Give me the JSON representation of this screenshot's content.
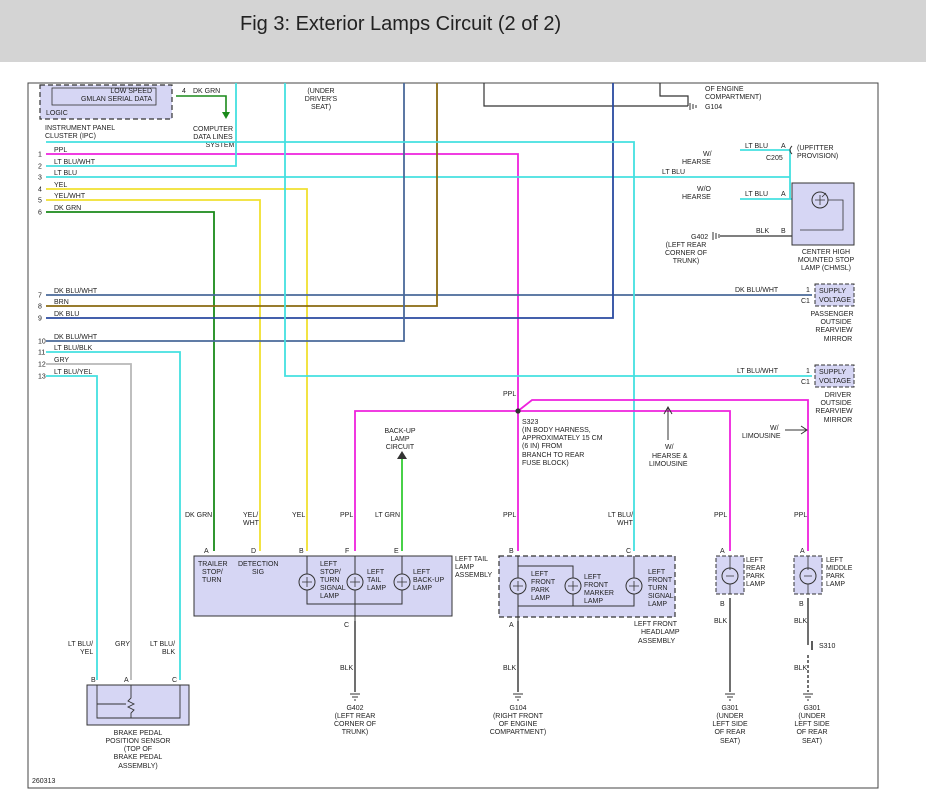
{
  "header": {
    "title": "Fig 3: Exterior Lamps Circuit (2 of 2)"
  },
  "colors": {
    "pink": "#ee22dd",
    "cyan": "#44e0e0",
    "green": "#1a8a1a",
    "yellow": "#f0e030",
    "brown": "#8a6a10",
    "navy": "#2a4aa0",
    "gray": "#b8b8b8",
    "bright_green": "#33cc33",
    "slate": "#4a6a9a",
    "component_fill": "#d6d6f4"
  },
  "diagram_id": "260313",
  "ipc": {
    "gmlan_line1": "LOW SPEED",
    "gmlan_line2": "GMLAN SERIAL DATA",
    "logic": "LOGIC",
    "label_line1": "INSTRUMENT PANEL",
    "label_line2": "CLUSTER (IPC)",
    "pin4": "4",
    "pin4_wire": "DK GRN"
  },
  "data_lines": {
    "line1": "COMPUTER",
    "line2": "DATA LINES",
    "line3": "SYSTEM"
  },
  "under_seat": {
    "line1": "(UNDER",
    "line2": "DRIVER'S",
    "line3": "SEAT)"
  },
  "g104_top": {
    "line1": "OF ENGINE",
    "line2": "COMPARTMENT)",
    "label": "G104"
  },
  "pins": [
    {
      "num": "1",
      "wire": "PPL"
    },
    {
      "num": "2",
      "wire": "LT BLU/WHT"
    },
    {
      "num": "3",
      "wire": "LT BLU"
    },
    {
      "num": "4",
      "wire": "YEL"
    },
    {
      "num": "5",
      "wire": "YEL/WHT"
    },
    {
      "num": "6",
      "wire": "DK GRN"
    },
    {
      "num": "7",
      "wire": "DK BLU/WHT"
    },
    {
      "num": "8",
      "wire": "BRN"
    },
    {
      "num": "9",
      "wire": "DK BLU"
    },
    {
      "num": "10",
      "wire": "DK BLU/WHT"
    },
    {
      "num": "11",
      "wire": "LT BLU/BLK"
    },
    {
      "num": "12",
      "wire": "GRY"
    },
    {
      "num": "13",
      "wire": "LT BLU/YEL"
    }
  ],
  "upfitter": {
    "w_hearse1": "W/",
    "w_hearse2": "HEARSE",
    "wire": "LT BLU",
    "pin": "A",
    "connector": "C205",
    "label1": "(UPFITTER",
    "label2": "PROVISION)",
    "lt_blu": "LT BLU",
    "wo1": "W/O",
    "wo2": "HEARSE"
  },
  "chmsl": {
    "wire_in": "LT BLU",
    "pin_a": "A",
    "wire_blk": "BLK",
    "pin_b": "B",
    "ground": "G402",
    "ground1": "(LEFT REAR",
    "ground2": "CORNER OF",
    "ground3": "TRUNK)",
    "label1": "CENTER HIGH",
    "label2": "MOUNTED STOP",
    "label3": "LAMP (CHMSL)"
  },
  "pass_mirror": {
    "wire": "DK BLU/WHT",
    "pin": "1",
    "conn": "C1",
    "supply1": "SUPPLY",
    "supply2": "VOLTAGE",
    "label1": "PASSENGER",
    "label2": "OUTSIDE",
    "label3": "REARVIEW",
    "label4": "MIRROR"
  },
  "drv_mirror": {
    "wire": "LT BLU/WHT",
    "pin": "1",
    "conn": "C1",
    "supply1": "SUPPLY",
    "supply2": "VOLTAGE",
    "label1": "DRIVER",
    "label2": "OUTSIDE",
    "label3": "REARVIEW",
    "label4": "MIRROR"
  },
  "splice": {
    "ppl_top": "PPL",
    "line1": "S323",
    "line2": "(IN BODY HARNESS,",
    "line3": "APPROXIMATELY 15 CM",
    "line4": "(6 IN) FROM",
    "line5": "BRANCH TO REAR",
    "line6": "FUSE BLOCK)",
    "limo1": "W/",
    "limo2": "LIMOUSINE",
    "hl1": "W/",
    "hl2": "HEARSE &",
    "hl3": "LIMOUSINE"
  },
  "backup": {
    "line1": "BACK-UP",
    "line2": "LAMP",
    "line3": "CIRCUIT"
  },
  "tail": {
    "w_dkgrn": "DK GRN",
    "w_yelwht1": "YEL/",
    "w_yelwht2": "WHT",
    "w_yel": "YEL",
    "w_ppl": "PPL",
    "w_ltgrn": "LT GRN",
    "pin_a": "A",
    "pin_d": "D",
    "pin_b": "B",
    "pin_f": "F",
    "pin_e": "E",
    "pin_c": "C",
    "trailer1": "TRAILER",
    "trailer2": "STOP/",
    "trailer3": "TURN",
    "detect1": "DETECTION",
    "detect2": "SIG",
    "stop1": "LEFT",
    "stop2": "STOP/",
    "stop3": "TURN",
    "stop4": "SIGNAL",
    "stop5": "LAMP",
    "tl1": "LEFT",
    "tl2": "TAIL",
    "tl3": "LAMP",
    "bu1": "LEFT",
    "bu2": "BACK-UP",
    "bu3": "LAMP",
    "asm1": "LEFT TAIL",
    "asm2": "LAMP",
    "asm3": "ASSEMBLY",
    "blk": "BLK",
    "ground": "G402",
    "g1": "(LEFT REAR",
    "g2": "CORNER OF",
    "g3": "TRUNK)"
  },
  "headlamp": {
    "w_ppl": "PPL",
    "w_ltbluwht1": "LT BLU/",
    "w_ltbluwht2": "WHT",
    "pin_b": "B",
    "pin_c": "C",
    "pin_a": "A",
    "park1": "LEFT",
    "park2": "FRONT",
    "park3": "PARK",
    "park4": "LAMP",
    "marker1": "LEFT",
    "marker2": "FRONT",
    "marker3": "MARKER",
    "marker4": "LAMP",
    "turn1": "LEFT",
    "turn2": "FRONT",
    "turn3": "TURN",
    "turn4": "SIGNAL",
    "turn5": "LAMP",
    "asm1": "LEFT FRONT",
    "asm2": "HEADLAMP",
    "asm3": "ASSEMBLY",
    "blk": "BLK",
    "ground": "G104",
    "g1": "(RIGHT FRONT",
    "g2": "OF ENGINE",
    "g3": "COMPARTMENT)"
  },
  "rear_park": {
    "wire": "PPL",
    "pin_a": "A",
    "pin_b": "B",
    "l1": "LEFT",
    "l2": "REAR",
    "l3": "PARK",
    "l4": "LAMP",
    "blk": "BLK",
    "ground": "G301",
    "g1": "(UNDER",
    "g2": "LEFT SIDE",
    "g3": "OF REAR",
    "g4": "SEAT)"
  },
  "middle_park": {
    "wire": "PPL",
    "pin_a": "A",
    "pin_b": "B",
    "l1": "LEFT",
    "l2": "MIDDLE",
    "l3": "PARK",
    "l4": "LAMP",
    "blk": "BLK",
    "splice": "S310",
    "blk2": "BLK",
    "ground": "G301",
    "g1": "(UNDER",
    "g2": "LEFT SIDE",
    "g3": "OF REAR",
    "g4": "SEAT)"
  },
  "brake_sensor": {
    "w_b1": "LT BLU/",
    "w_b2": "YEL",
    "w_a": "GRY",
    "w_c1": "LT BLU/",
    "w_c2": "BLK",
    "pin_b": "B",
    "pin_a": "A",
    "pin_c": "C",
    "l1": "BRAKE PEDAL",
    "l2": "POSITION SENSOR",
    "l3": "(TOP OF",
    "l4": "BRAKE PEDAL",
    "l5": "ASSEMBLY)"
  }
}
